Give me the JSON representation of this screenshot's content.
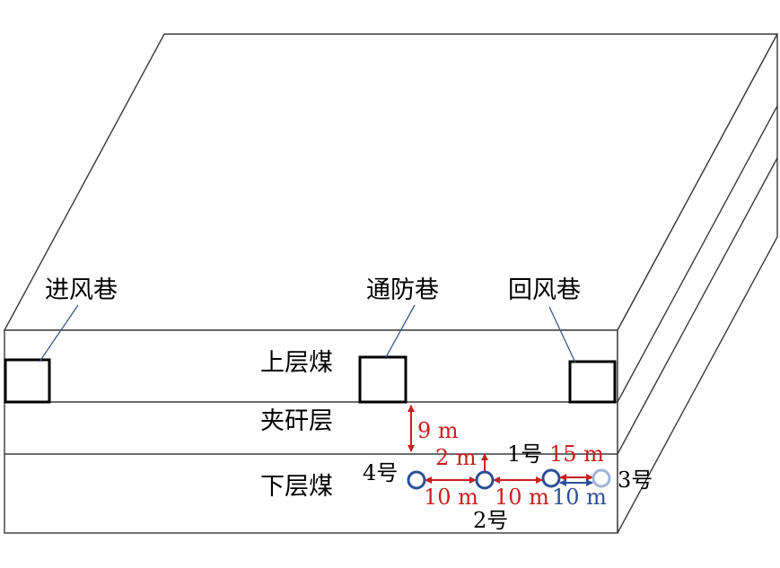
{
  "labels": {
    "intake_roadway": "进风巷",
    "middle_roadway": "通防巷",
    "return_roadway": "回风巷",
    "upper_coal": "上层煤",
    "parting_layer": "夹矸层",
    "lower_coal": "下层煤"
  },
  "boreholes": {
    "no1": "1号",
    "no2": "2号",
    "no3": "3号",
    "no4": "4号"
  },
  "dimensions": {
    "parting_thickness": "9 m",
    "hole2_offset": "2 m",
    "hole1_to_3": "15 m",
    "hole4_to_2": "10 m",
    "hole2_to_1": "10 m",
    "hole1_to_3_lower": "10 m"
  },
  "colors": {
    "outline": "#000000",
    "dimension_red": "#c8201e",
    "hole_blue": "#2c4f96",
    "hole_light": "#9fb3d6",
    "leader": "#3a5a8c"
  }
}
